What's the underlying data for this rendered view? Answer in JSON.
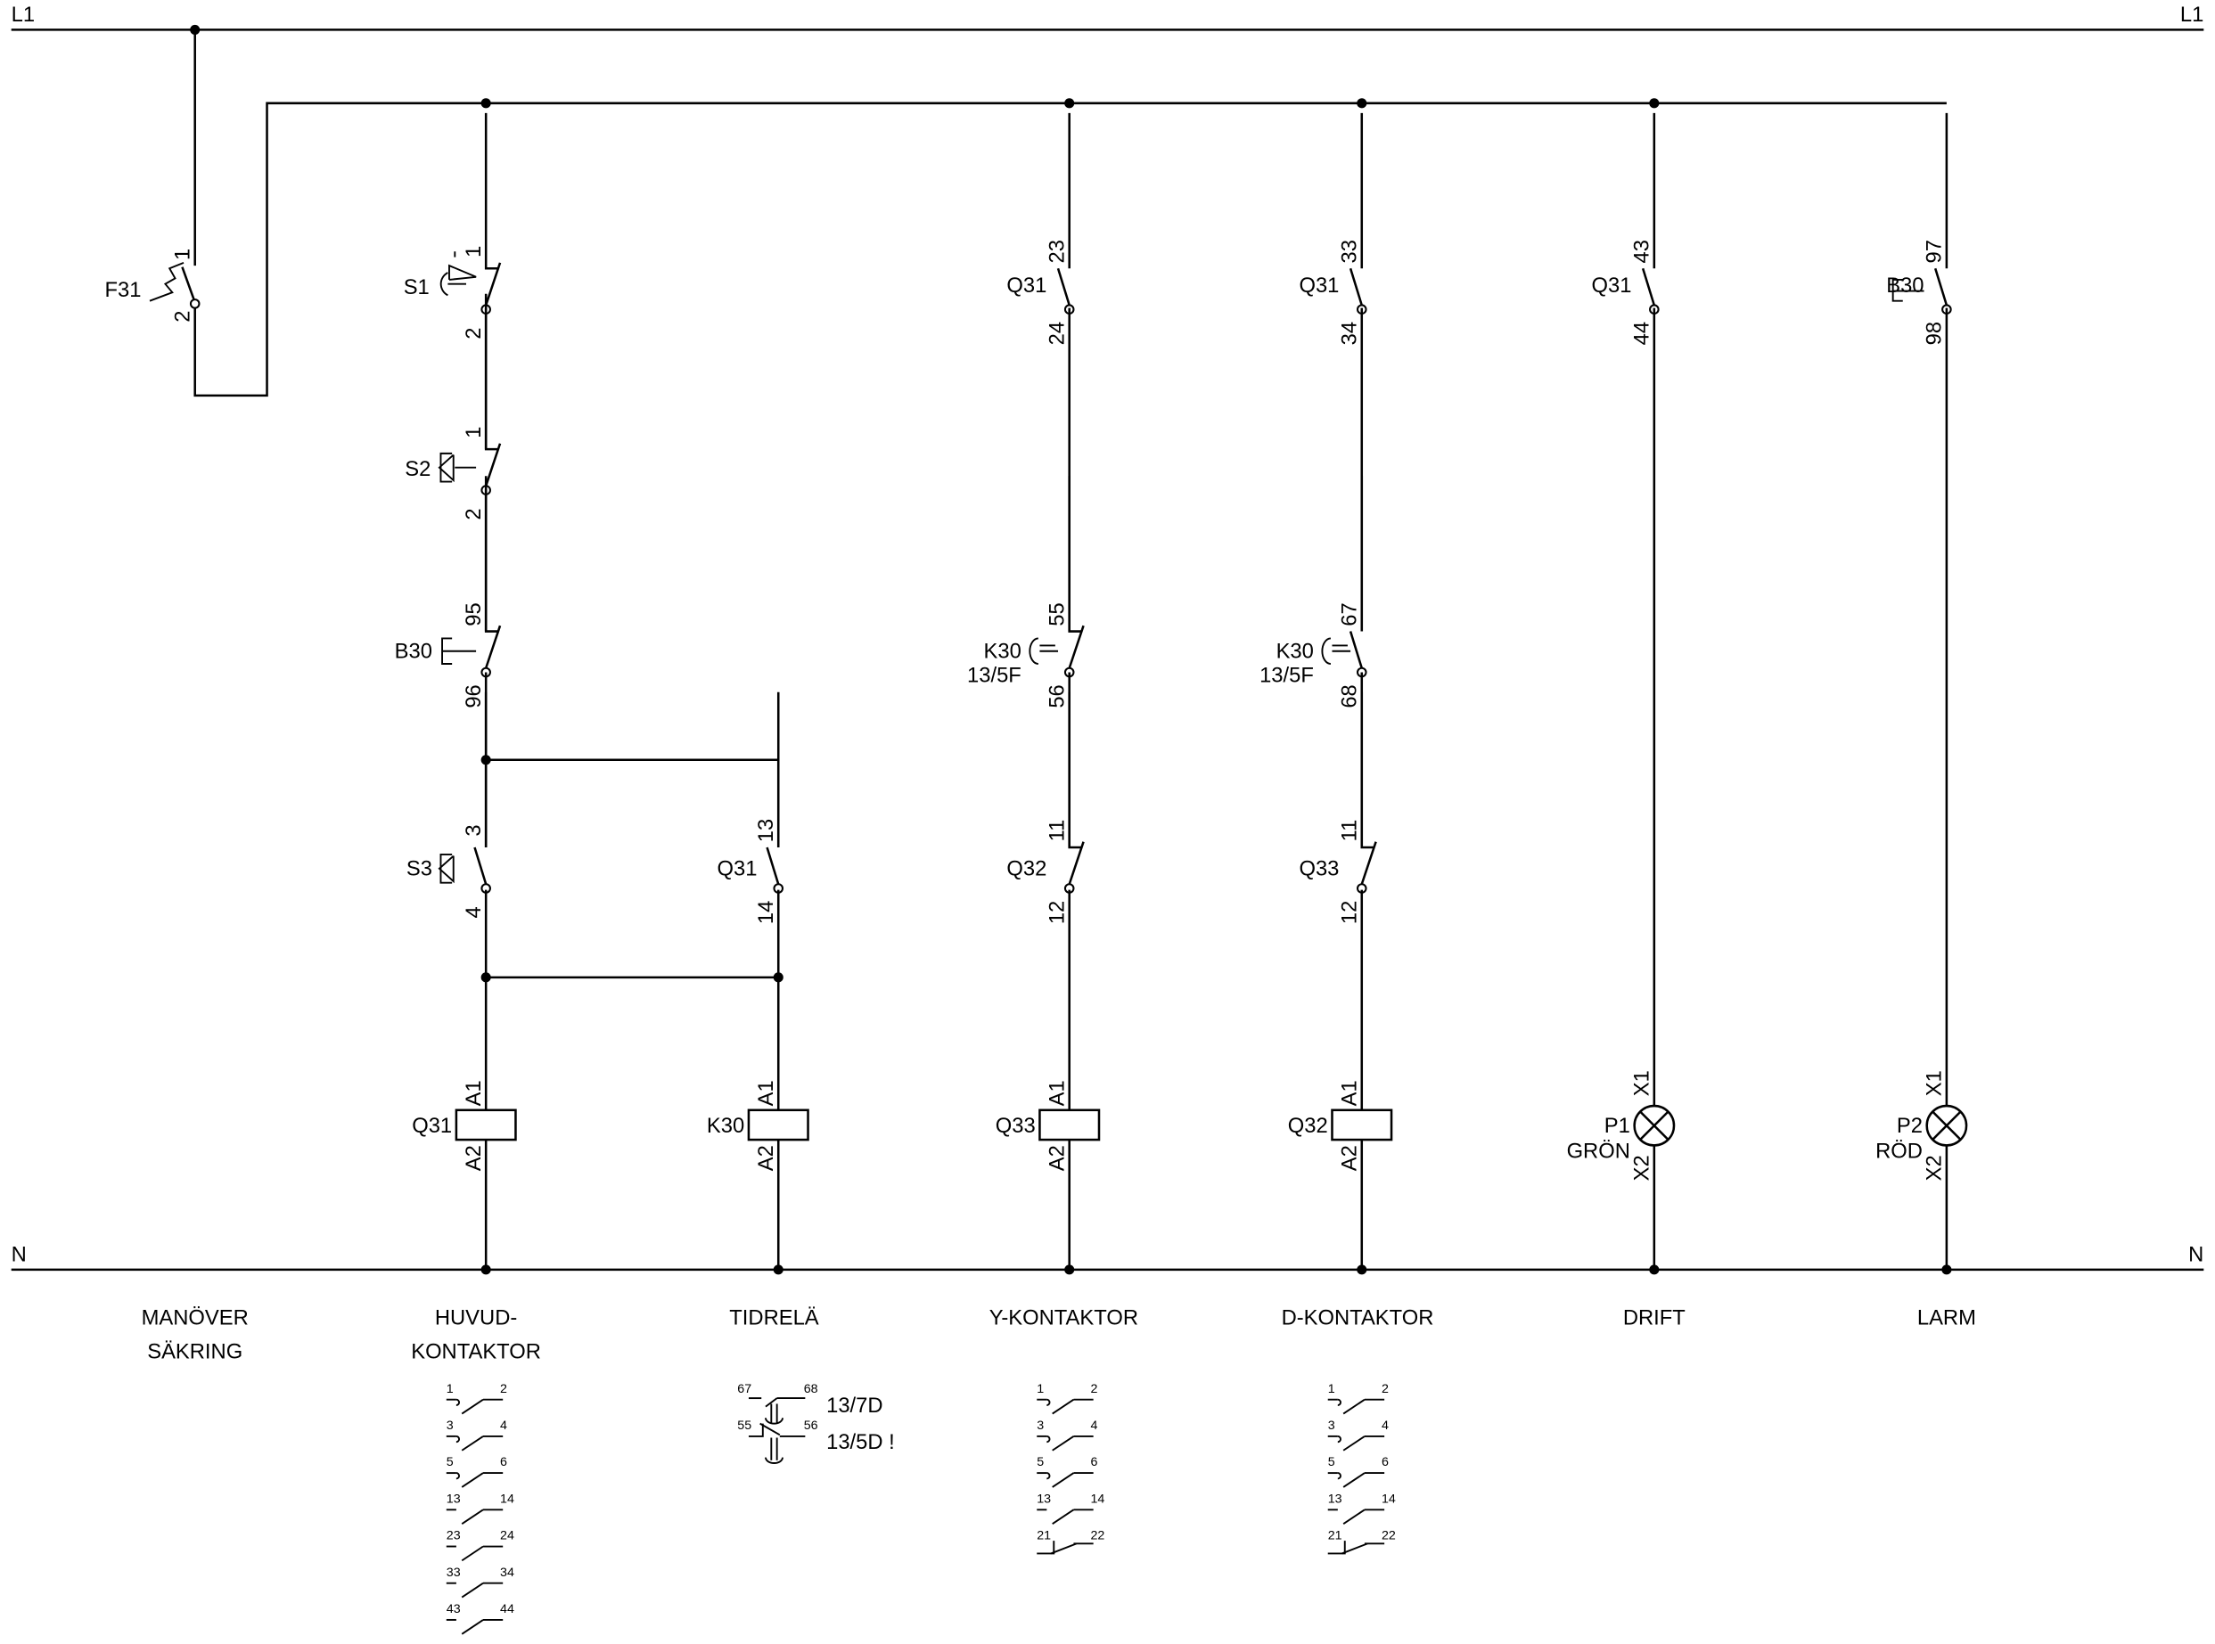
{
  "rails": {
    "l1_left": "L1",
    "l1_right": "L1",
    "n_left": "N",
    "n_right": "N"
  },
  "f31": {
    "label": "F31",
    "t1": "1",
    "t2": "2"
  },
  "col1": {
    "s1": {
      "label": "S1",
      "t1": "1",
      "t2": "2"
    },
    "s2": {
      "label": "S2",
      "t1": "1",
      "t2": "2"
    },
    "b30": {
      "label": "B30",
      "t1": "95",
      "t2": "96"
    },
    "s3": {
      "label": "S3",
      "t1": "3",
      "t2": "4"
    },
    "coil": {
      "label": "Q31",
      "a1": "A1",
      "a2": "A2"
    }
  },
  "col2": {
    "q31": {
      "label": "Q31",
      "t1": "13",
      "t2": "14"
    },
    "coil": {
      "label": "K30",
      "a1": "A1",
      "a2": "A2"
    }
  },
  "col3": {
    "q31": {
      "label": "Q31",
      "t1": "23",
      "t2": "24"
    },
    "k30": {
      "label": "K30",
      "ref": "13/5F",
      "t1": "55",
      "t2": "56"
    },
    "q32": {
      "label": "Q32",
      "t1": "11",
      "t2": "12"
    },
    "coil": {
      "label": "Q33",
      "a1": "A1",
      "a2": "A2"
    }
  },
  "col4": {
    "q31": {
      "label": "Q31",
      "t1": "33",
      "t2": "34"
    },
    "k30": {
      "label": "K30",
      "ref": "13/5F",
      "t1": "67",
      "t2": "68"
    },
    "q33": {
      "label": "Q33",
      "t1": "11",
      "t2": "12"
    },
    "coil": {
      "label": "Q32",
      "a1": "A1",
      "a2": "A2"
    }
  },
  "col5": {
    "q31": {
      "label": "Q31",
      "t1": "43",
      "t2": "44"
    },
    "lamp": {
      "label": "P1",
      "color": "GRÖN",
      "x1": "X1",
      "x2": "X2"
    }
  },
  "col6": {
    "b30": {
      "label": "B30",
      "t1": "97",
      "t2": "98"
    },
    "lamp": {
      "label": "P2",
      "color": "RÖD",
      "x1": "X1",
      "x2": "X2"
    }
  },
  "titles": [
    [
      "MANÖVER",
      "SÄKRING"
    ],
    [
      "HUVUD-",
      "KONTAKTOR"
    ],
    [
      "TIDRELÄ"
    ],
    [
      "Y-KONTAKTOR"
    ],
    [
      "D-KONTAKTOR"
    ],
    [
      "DRIFT"
    ],
    [
      "LARM"
    ]
  ],
  "legends": {
    "huvud": [
      [
        "1",
        "2",
        "main"
      ],
      [
        "3",
        "4",
        "main"
      ],
      [
        "5",
        "6",
        "main"
      ],
      [
        "13",
        "14",
        "no"
      ],
      [
        "23",
        "24",
        "no"
      ],
      [
        "33",
        "34",
        "no"
      ],
      [
        "43",
        "44",
        "no"
      ]
    ],
    "tidrela": [
      [
        "67",
        "68",
        "13/7D"
      ],
      [
        "55",
        "56",
        "13/5D !"
      ]
    ],
    "ykont": [
      [
        "1",
        "2",
        "main"
      ],
      [
        "3",
        "4",
        "main"
      ],
      [
        "5",
        "6",
        "main"
      ],
      [
        "13",
        "14",
        "no"
      ],
      [
        "21",
        "22",
        "nc"
      ]
    ],
    "dkont": [
      [
        "1",
        "2",
        "main"
      ],
      [
        "3",
        "4",
        "main"
      ],
      [
        "5",
        "6",
        "main"
      ],
      [
        "13",
        "14",
        "no"
      ],
      [
        "21",
        "22",
        "nc"
      ]
    ]
  }
}
